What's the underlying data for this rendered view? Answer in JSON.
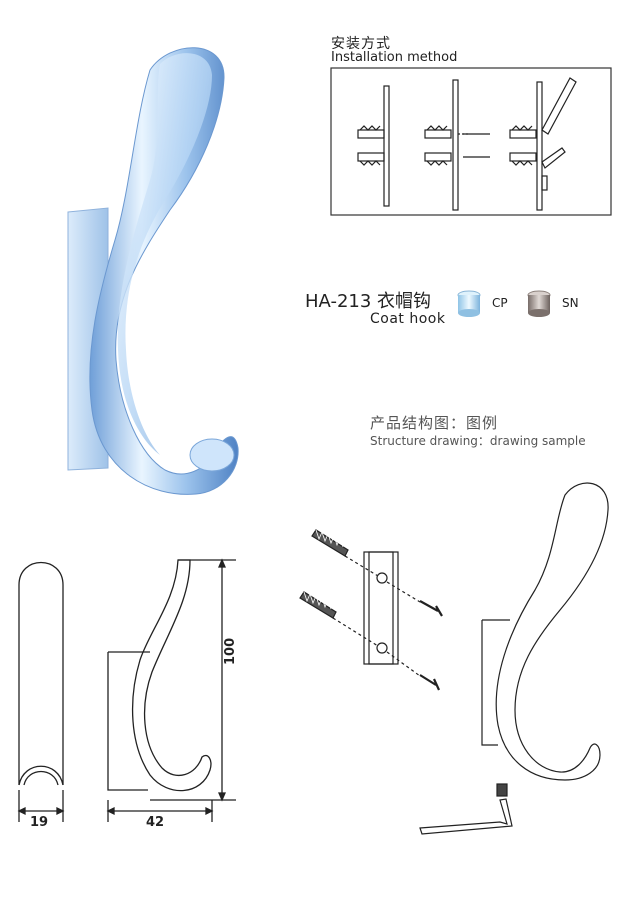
{
  "installation": {
    "title_cn": "安装方式",
    "title_en": "Installation method"
  },
  "product": {
    "model_code": "HA-213 衣帽钩",
    "name_en": "Coat hook",
    "finishes": [
      {
        "code": "CP",
        "color": "#bfe6f7"
      },
      {
        "code": "SN",
        "color": "#a89e99"
      }
    ]
  },
  "structure": {
    "title_cn": "产品结构图：图例",
    "title_en": "Structure drawing：drawing sample"
  },
  "dimensions": {
    "width": "19",
    "depth": "42",
    "height": "100"
  },
  "colors": {
    "chrome_light": "#e8f4ff",
    "chrome_mid": "#a9cdf2",
    "chrome_dark": "#5d8ec9",
    "line": "#222222"
  }
}
